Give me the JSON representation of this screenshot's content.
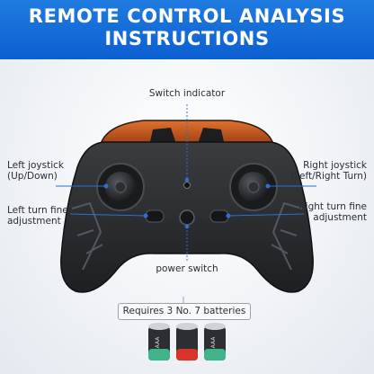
{
  "title": {
    "line1": "REMOTE CONTROL ANALYSIS",
    "line2": "INSTRUCTIONS"
  },
  "labels": {
    "switch_indicator": "Switch indicator",
    "left_joystick": "Left joystick",
    "left_joystick_sub": "(Up/Down)",
    "right_joystick": "Right joystick",
    "right_joystick_sub": "(Left/Right Turn)",
    "left_fine": "Left turn fine",
    "left_fine_sub": "adjustment",
    "right_fine": "Right turn fine",
    "right_fine_sub": "adjustment",
    "power_switch": "power switch"
  },
  "batteries": {
    "note": "Requires 3 No. 7 batteries",
    "count": 3,
    "type_label": "AAA"
  },
  "colors": {
    "header": "#1f7be0",
    "accent_orange": "#c7541a",
    "controller": "#2b2d30",
    "callout_line": "#2f6fd1",
    "battery_green": "#3fb38a",
    "battery_red": "#d9342b",
    "battery_body": "#2c2e31"
  }
}
